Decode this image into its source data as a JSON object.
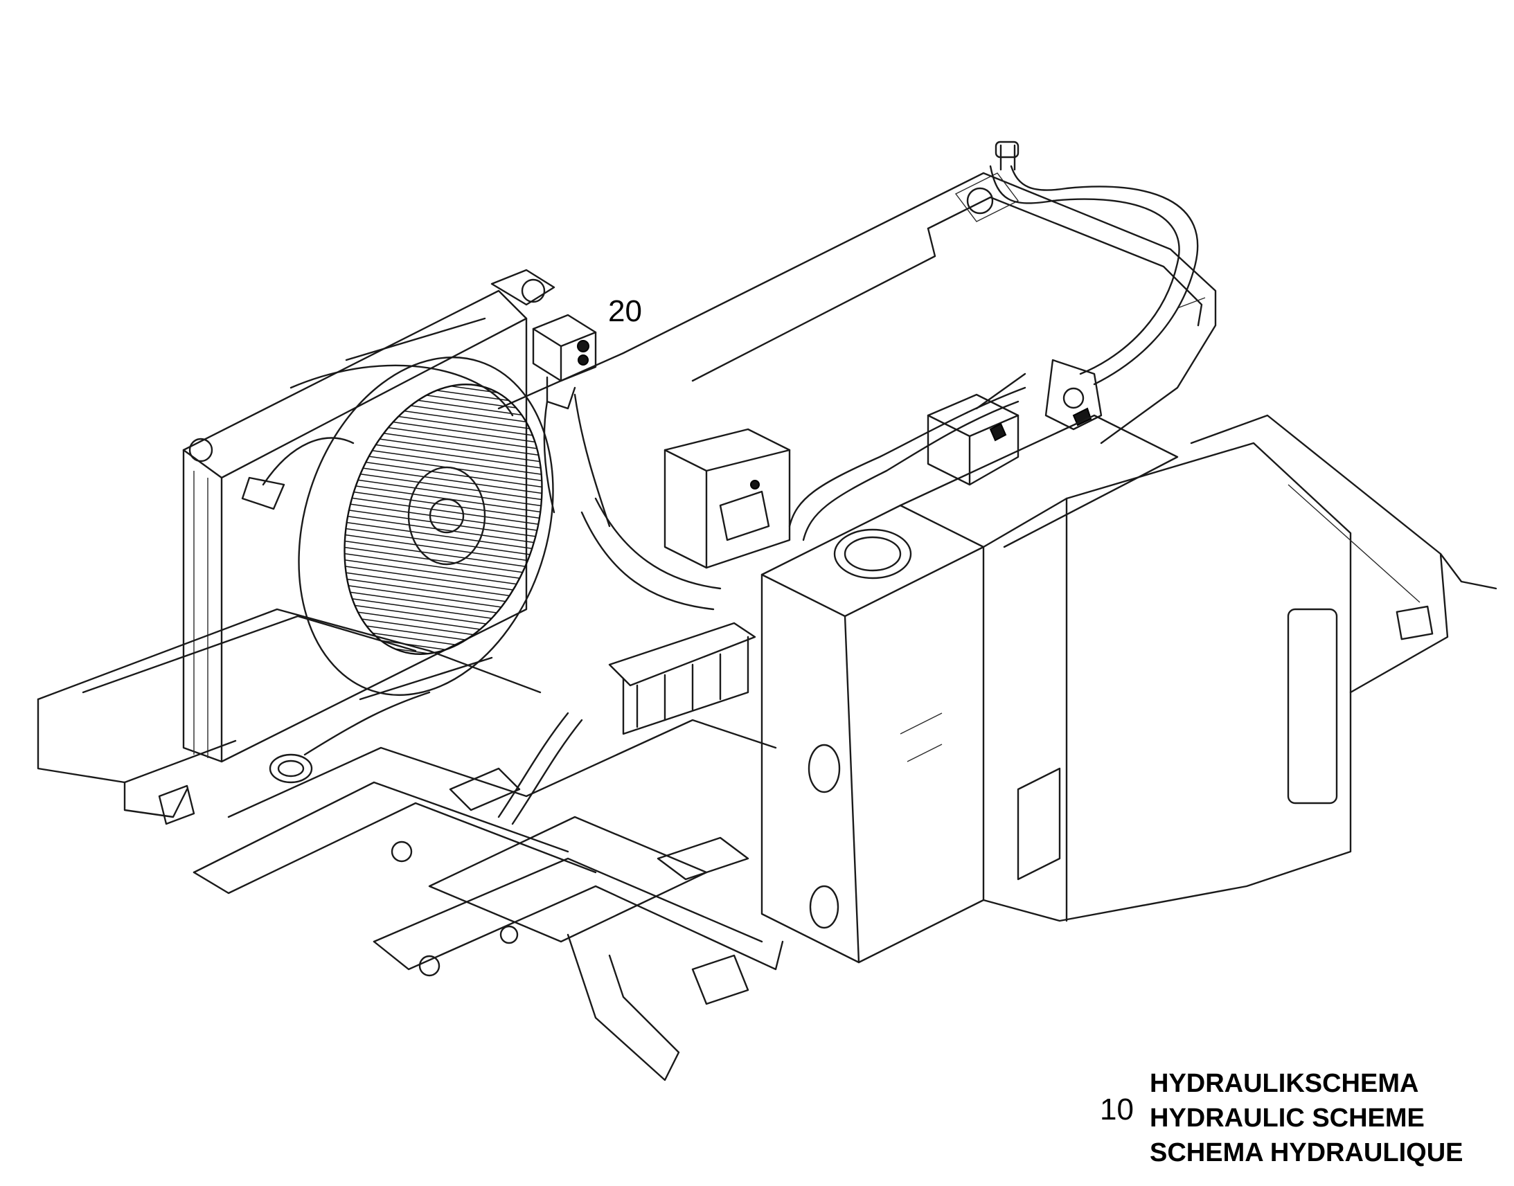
{
  "callouts": {
    "part_20": "20",
    "part_10": "10"
  },
  "legend": {
    "line_de": "HYDRAULIKSCHEMA",
    "line_en": "HYDRAULIC SCHEME",
    "line_fr": "SCHEMA HYDRAULIQUE"
  },
  "colors": {
    "line": "#1a1a1a",
    "background": "#ffffff"
  }
}
